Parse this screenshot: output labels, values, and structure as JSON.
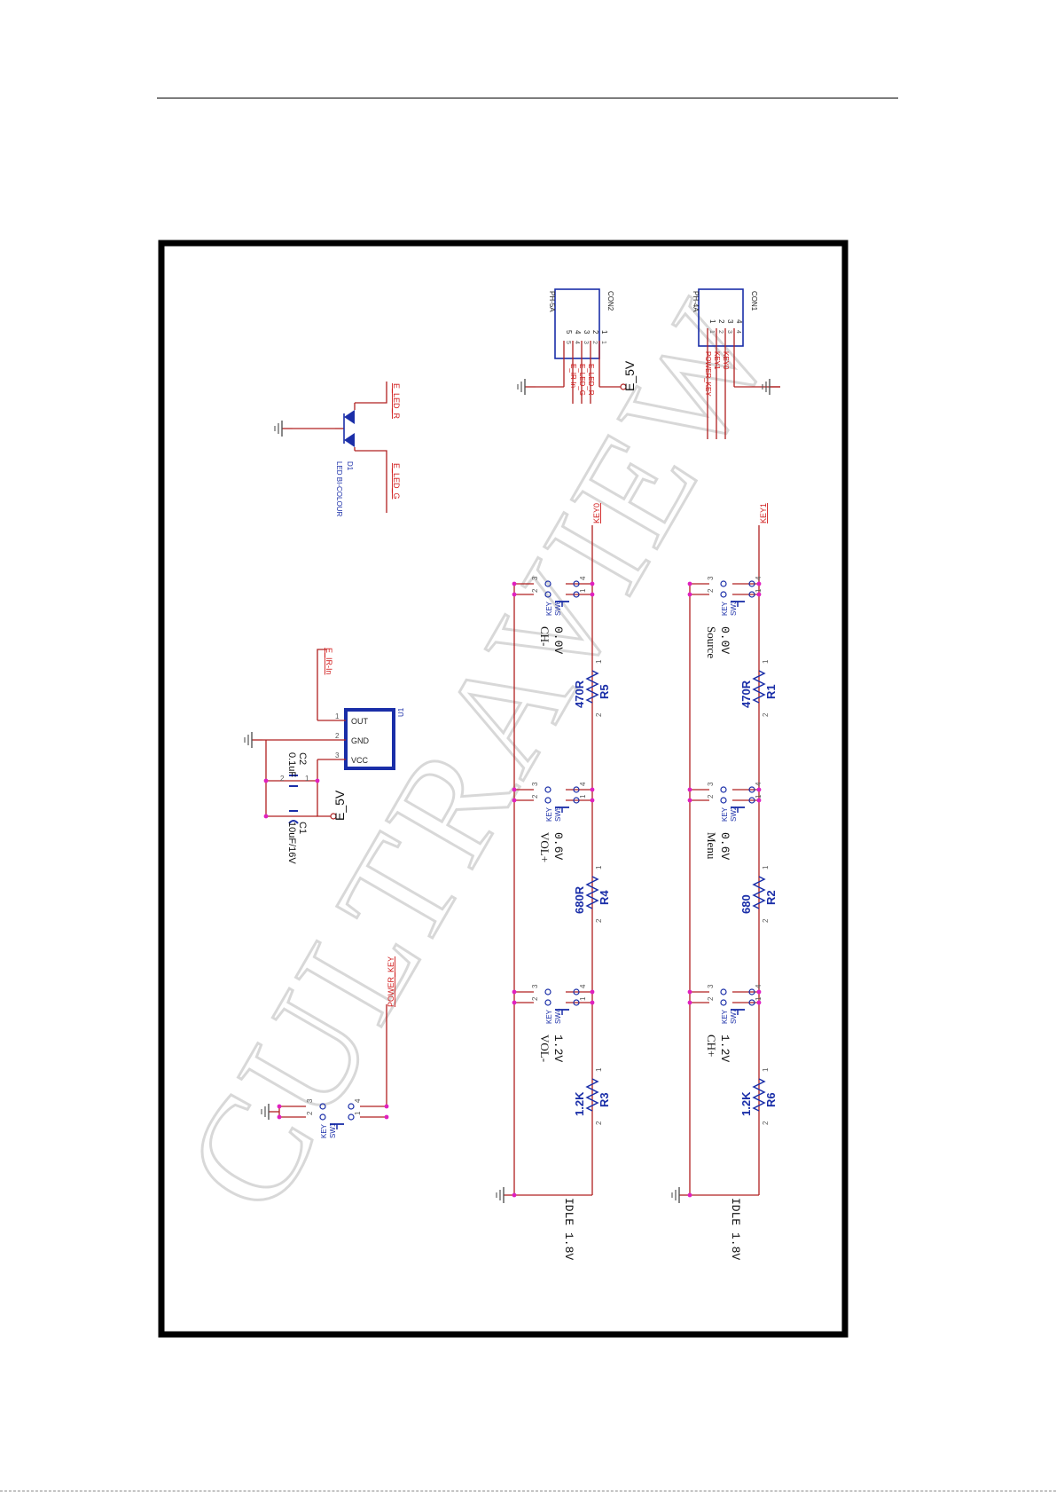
{
  "watermark": "CULTRAVIEW",
  "colors": {
    "wire": "#b02020",
    "net": "#d01a1a",
    "part": "#1a2ea8",
    "pin": "#555555",
    "junction": "#e020c0",
    "frame": "#000000",
    "watermark": "#cfcfcf"
  },
  "connectors": {
    "con1": {
      "ref": "CON1",
      "type": "PH-4A",
      "pins": [
        "4",
        "3",
        "2",
        "1"
      ],
      "nets": [
        "KEY0",
        "KEY1",
        "POWER_KEY"
      ]
    },
    "con2": {
      "ref": "CON2",
      "type": "PH-5A",
      "pins": [
        "1",
        "2",
        "3",
        "4",
        "5"
      ],
      "nets": [
        "E_LED_R",
        "E_LED_G",
        "E_IR-In"
      ],
      "power": "E_5V"
    }
  },
  "led": {
    "ref": "D1",
    "value": "LED BI-COLOUR",
    "net_r": "E_LED_R",
    "net_g": "E_LED_G"
  },
  "ir": {
    "ref": "U1",
    "pins": [
      "OUT",
      "GND",
      "VCC"
    ],
    "pin_numbers": [
      "1",
      "2",
      "3"
    ],
    "net_out": "E_IR-In",
    "power": "E_5V",
    "c1_ref": "C1",
    "c1_value": "10uF/16V",
    "c2_ref": "C2",
    "c2_value": "0.1uF"
  },
  "power_key": {
    "net": "POWER_KEY",
    "switch_ref": "SW1",
    "switch_type": "KEY"
  },
  "key_chains": [
    {
      "net": "KEY0",
      "idle": "IDLE 1.8V",
      "stages": [
        {
          "sw": "SW6",
          "voltage": "0.0V",
          "func": "CH-",
          "res": "R5",
          "value": "470R"
        },
        {
          "sw": "SW5",
          "voltage": "0.6V",
          "func": "VOL+",
          "res": "R4",
          "value": "680R"
        },
        {
          "sw": "SW4",
          "voltage": "1.2V",
          "func": "VOL-",
          "res": "R3",
          "value": "1.2K"
        }
      ]
    },
    {
      "net": "KEY1",
      "idle": "IDLE 1.8V",
      "stages": [
        {
          "sw": "SW3",
          "voltage": "0.0V",
          "func": "Source",
          "res": "R1",
          "value": "470R"
        },
        {
          "sw": "SW2",
          "voltage": "0.6V",
          "func": "Menu",
          "res": "R2",
          "value": "680"
        },
        {
          "sw": "SW7",
          "voltage": "1.2V",
          "func": "CH+",
          "res": "R6",
          "value": "1.2K"
        }
      ]
    }
  ],
  "switch_type": "KEY",
  "sw_pins": [
    "1",
    "2",
    "3",
    "4"
  ],
  "res_pins": [
    "1",
    "2"
  ]
}
